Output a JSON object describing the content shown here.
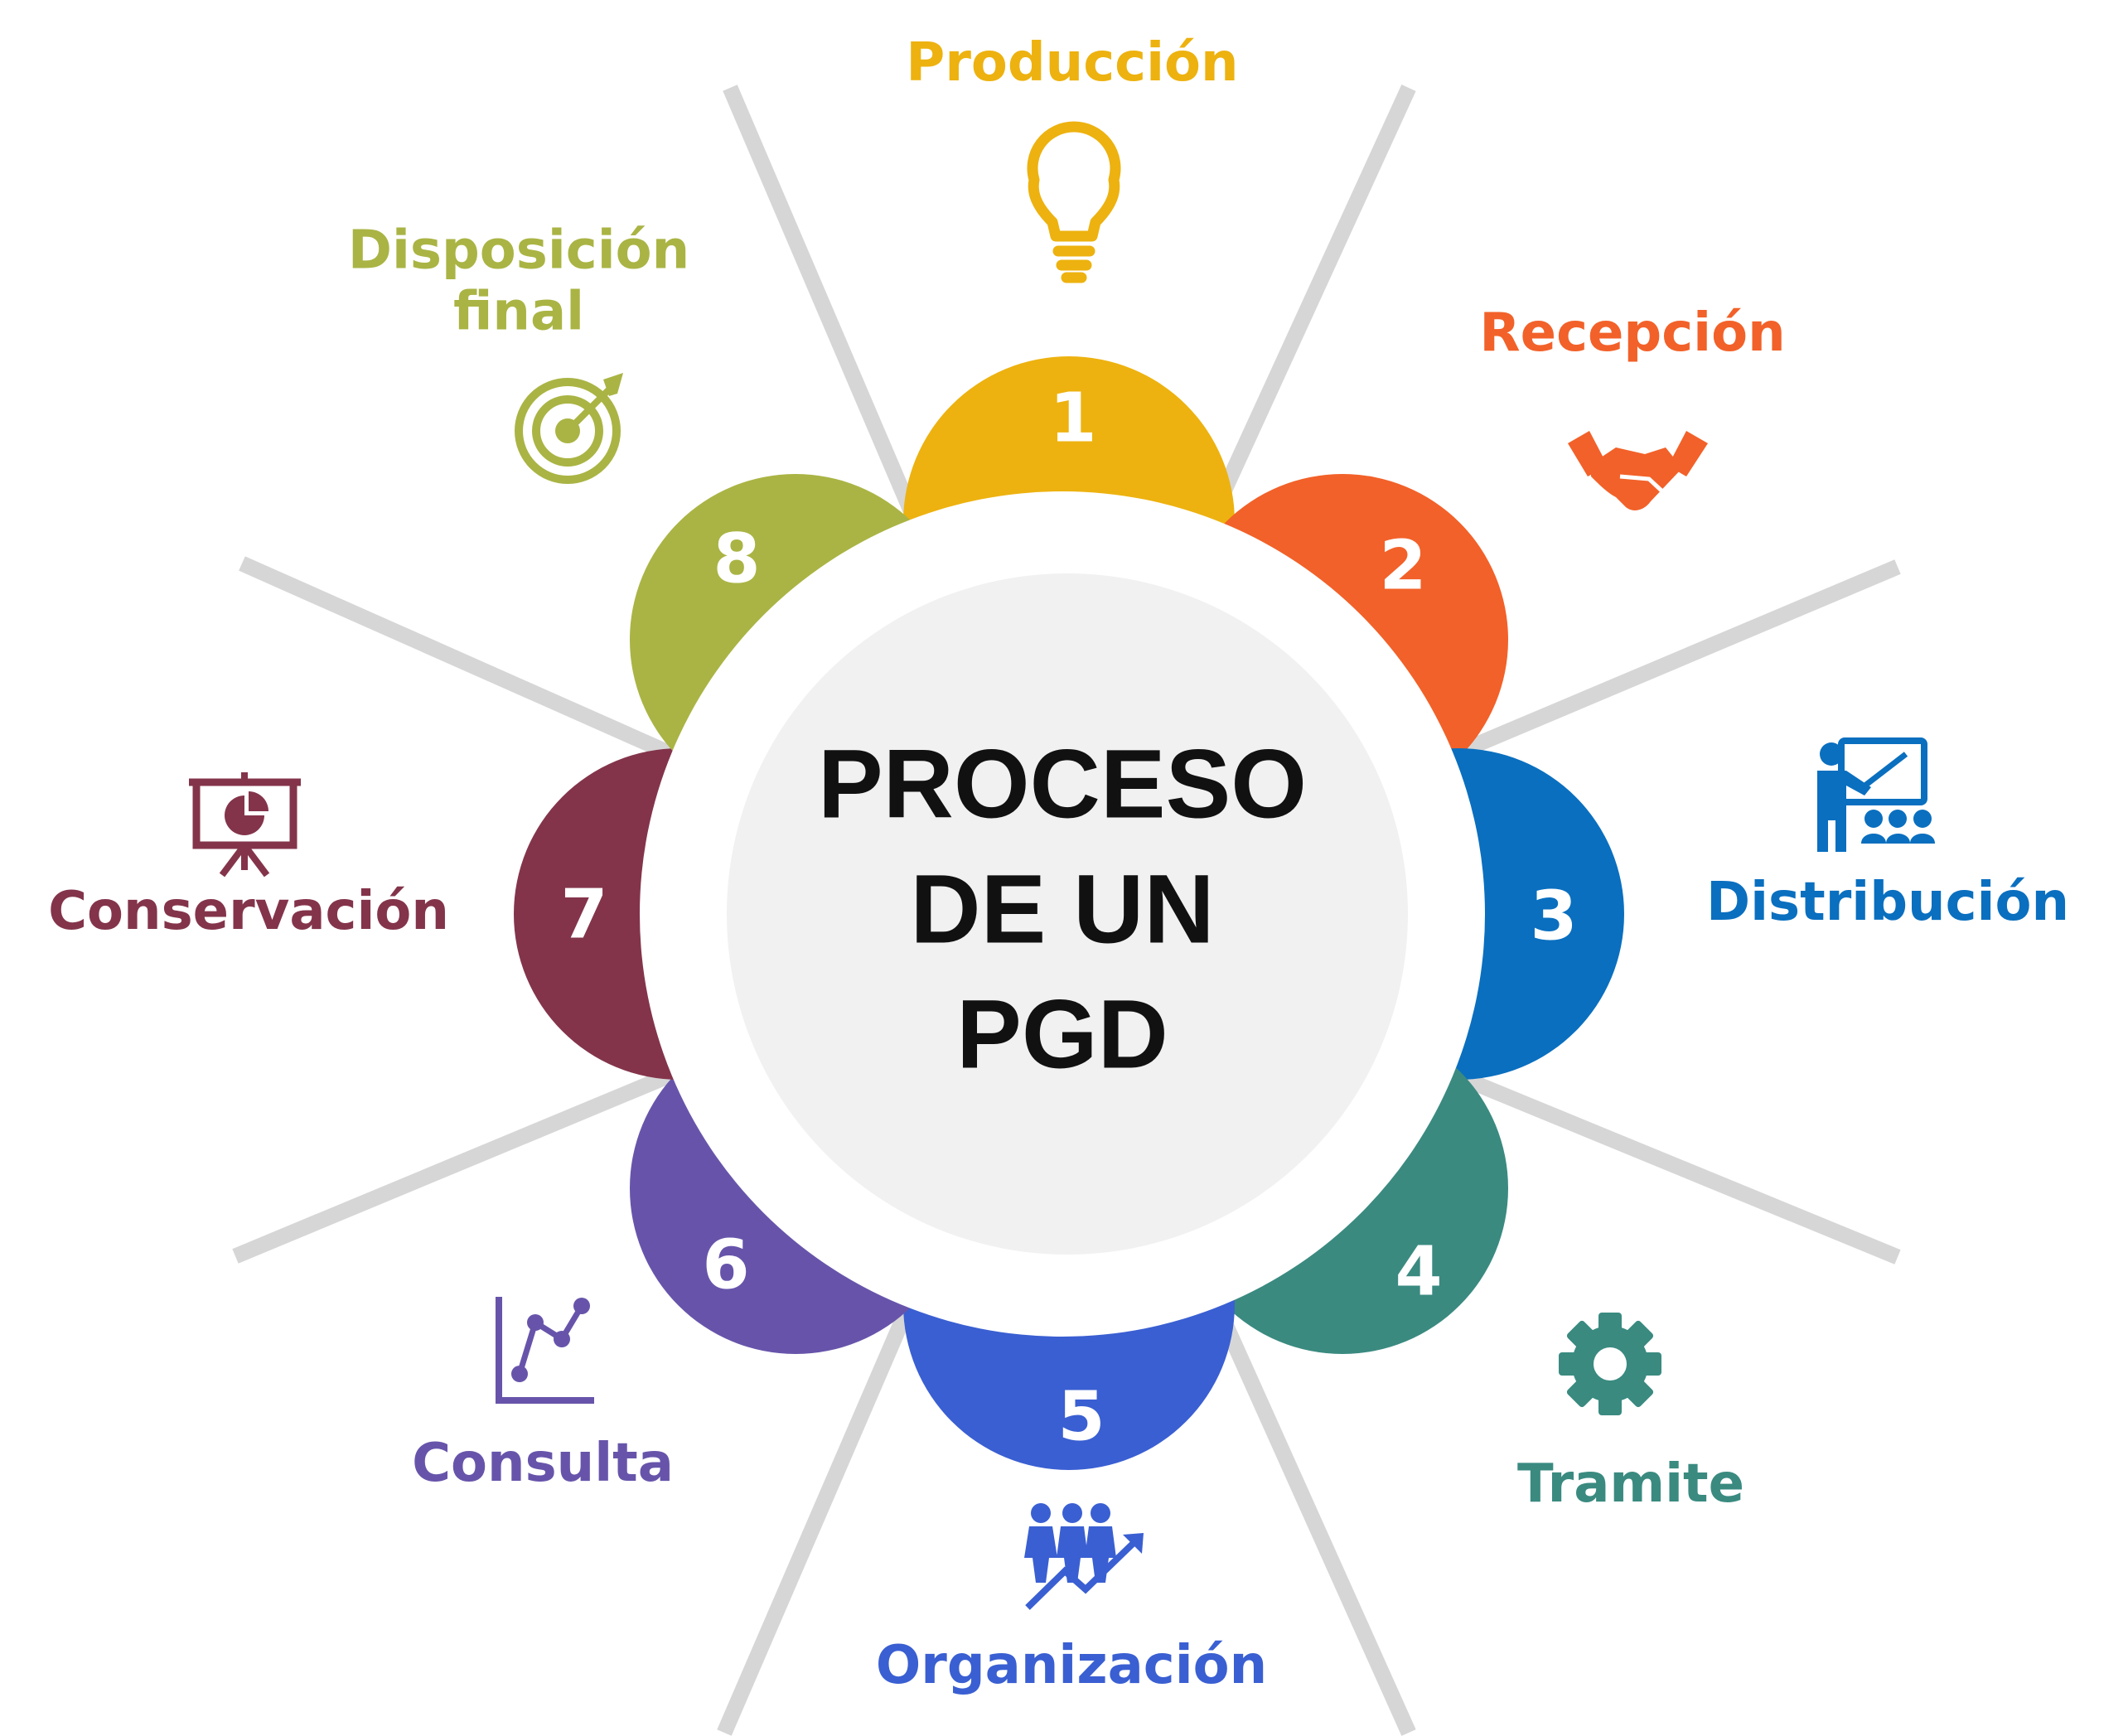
{
  "center": {
    "line1": "PROCESO",
    "line2": "DE UN",
    "line3": "PGD"
  },
  "steps": [
    {
      "number": "1",
      "label": "Producción",
      "color": "#EDB20F",
      "icon": "lightbulb-icon"
    },
    {
      "number": "2",
      "label": "Recepción",
      "color": "#F26129",
      "icon": "handshake-icon"
    },
    {
      "number": "3",
      "label": "Distribución",
      "color": "#0A6FBF",
      "icon": "presentation-teacher-icon"
    },
    {
      "number": "4",
      "label": "Tramite",
      "color": "#3A8A80",
      "icon": "gear-icon"
    },
    {
      "number": "5",
      "label": "Organización",
      "color": "#3A5FD2",
      "icon": "team-growth-icon"
    },
    {
      "number": "6",
      "label": "Consulta",
      "color": "#6754AA",
      "icon": "line-chart-icon"
    },
    {
      "number": "7",
      "label": "Conservación",
      "color": "#83344B",
      "icon": "pie-chart-board-icon"
    },
    {
      "number": "8",
      "label_line1": "Disposición",
      "label_line2": "final",
      "color": "#AAB444",
      "icon": "target-icon"
    }
  ],
  "colors": {
    "spoke": "#D6D6D6",
    "center_fill": "#F1F1F1",
    "ring_fill": "#FFFFFF",
    "title": "#111111"
  }
}
